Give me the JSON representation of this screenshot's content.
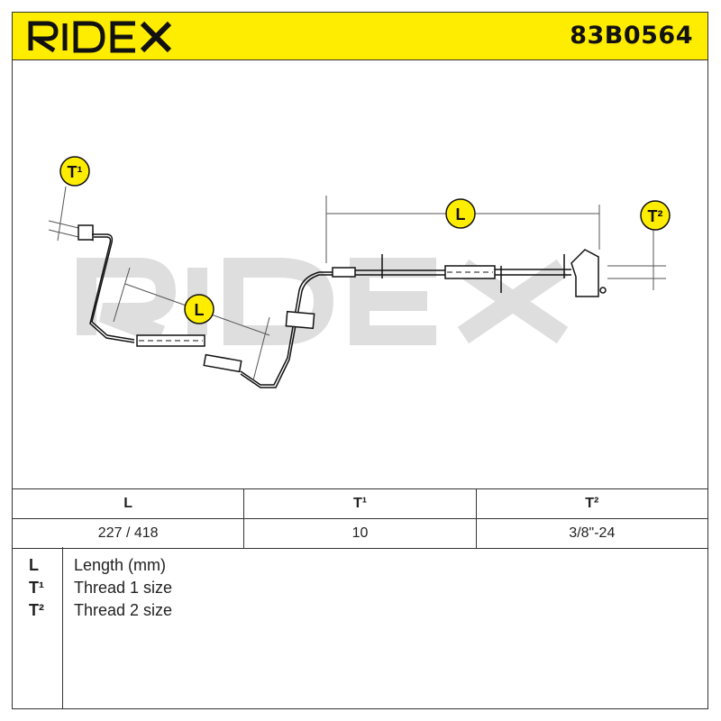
{
  "header": {
    "brand": "RIDEX",
    "part_number": "83B0564",
    "accent_color": "#ffed00"
  },
  "drawing": {
    "watermark": "RIDEX",
    "callouts": {
      "t1": "T¹",
      "l_left": "L",
      "l_right": "L",
      "t2": "T²"
    }
  },
  "spec_table": {
    "headers": [
      "L",
      "T¹",
      "T²"
    ],
    "values": [
      "227 / 418",
      "10",
      "3/8\"-24"
    ]
  },
  "legend": [
    {
      "key": "L",
      "desc": "Length (mm)"
    },
    {
      "key": "T¹",
      "desc": "Thread 1 size"
    },
    {
      "key": "T²",
      "desc": "Thread 2 size"
    }
  ]
}
